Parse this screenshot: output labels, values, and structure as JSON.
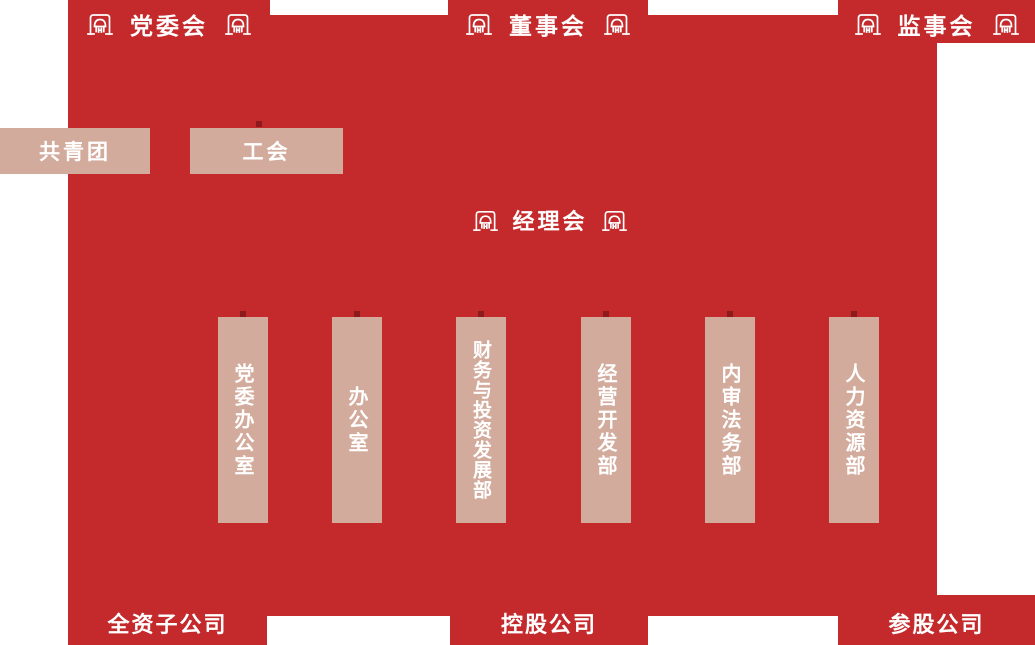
{
  "colors": {
    "red": "#c4292b",
    "dark_red_stub": "#8e1b1c",
    "beige": "#d2ab9c",
    "text": "#ffffff"
  },
  "top_committees": [
    {
      "id": "party-committee",
      "label": "党委会"
    },
    {
      "id": "board-of-directors",
      "label": "董事会"
    },
    {
      "id": "supervisory-board",
      "label": "监事会"
    }
  ],
  "mass_organizations": [
    {
      "id": "youth-league",
      "label": "共青团"
    },
    {
      "id": "labor-union",
      "label": "工会"
    }
  ],
  "management": {
    "id": "managers-meeting",
    "label": "经理会"
  },
  "departments": [
    {
      "label": "党委办公室"
    },
    {
      "label": "办公室"
    },
    {
      "label": "财务与投资发展部"
    },
    {
      "label": "经营开发部"
    },
    {
      "label": "内审法务部"
    },
    {
      "label": "人力资源部"
    }
  ],
  "subsidiaries": [
    {
      "label": "全资子公司"
    },
    {
      "label": "控股公司"
    },
    {
      "label": "参股公司"
    }
  ],
  "icons": {
    "gate": "gate-icon"
  }
}
